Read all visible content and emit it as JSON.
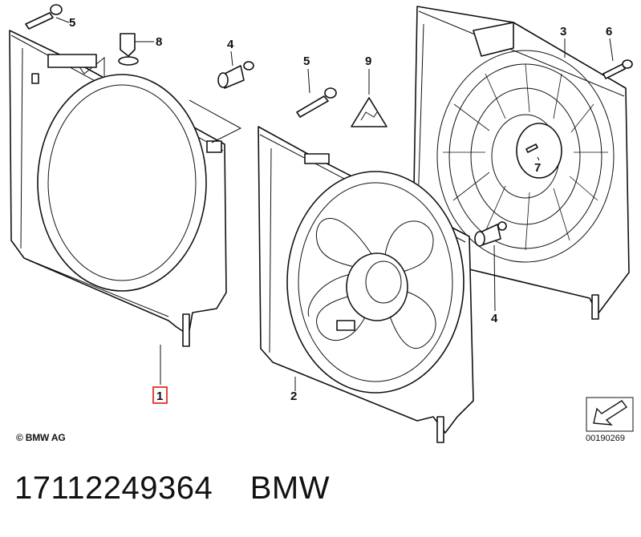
{
  "callouts": {
    "c1": "1",
    "c2": "2",
    "c3": "3",
    "c4a": "4",
    "c4b": "4",
    "c5a": "5",
    "c5b": "5",
    "c6": "6",
    "c7": "7",
    "c8": "8",
    "c9": "9"
  },
  "copyright": "© BMW AG",
  "figure_id": "00190269",
  "part_number": "17112249364",
  "brand": "BMW",
  "highlight_color": "#e0302a"
}
